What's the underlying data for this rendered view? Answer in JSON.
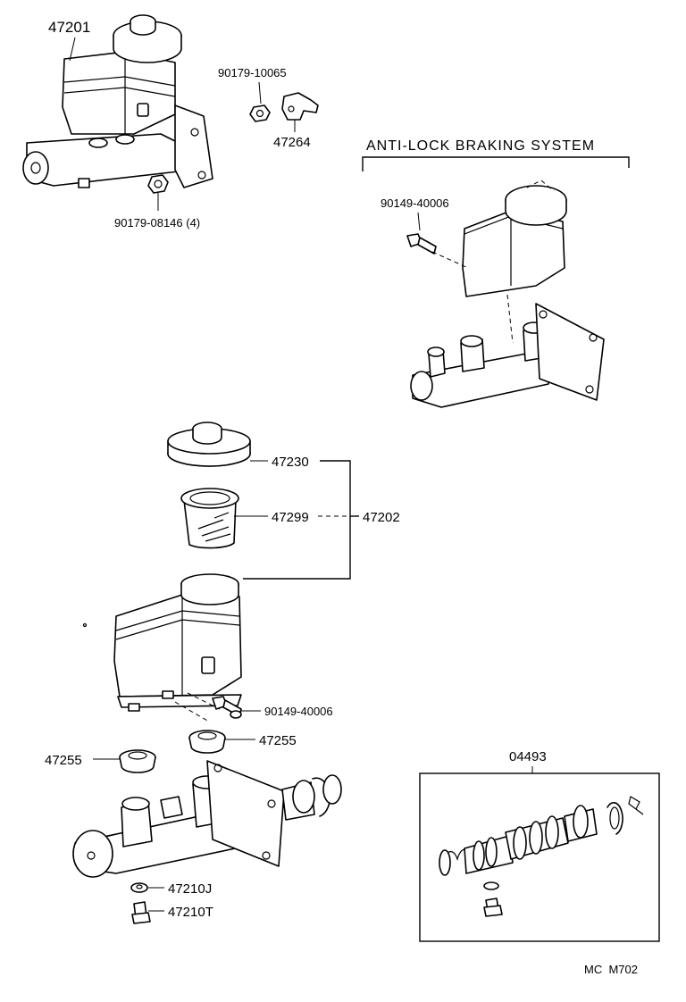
{
  "labels": {
    "assy_top": "47201",
    "nut_top": "90179-10065",
    "bracket": "47264",
    "nut_bottom": "90179-08146 (4)",
    "abs_title": "ANTI-LOCK BRAKING SYSTEM",
    "abs_bolt": "90149-40006",
    "cap": "47230",
    "strainer": "47299",
    "reservoir_set": "47202",
    "bolt": "90149-40006",
    "grommet_right": "47255",
    "grommet_left": "47255",
    "kit": "04493",
    "gasket": "47210J",
    "bolt_stop": "47210T",
    "footer": "MC  M702"
  }
}
